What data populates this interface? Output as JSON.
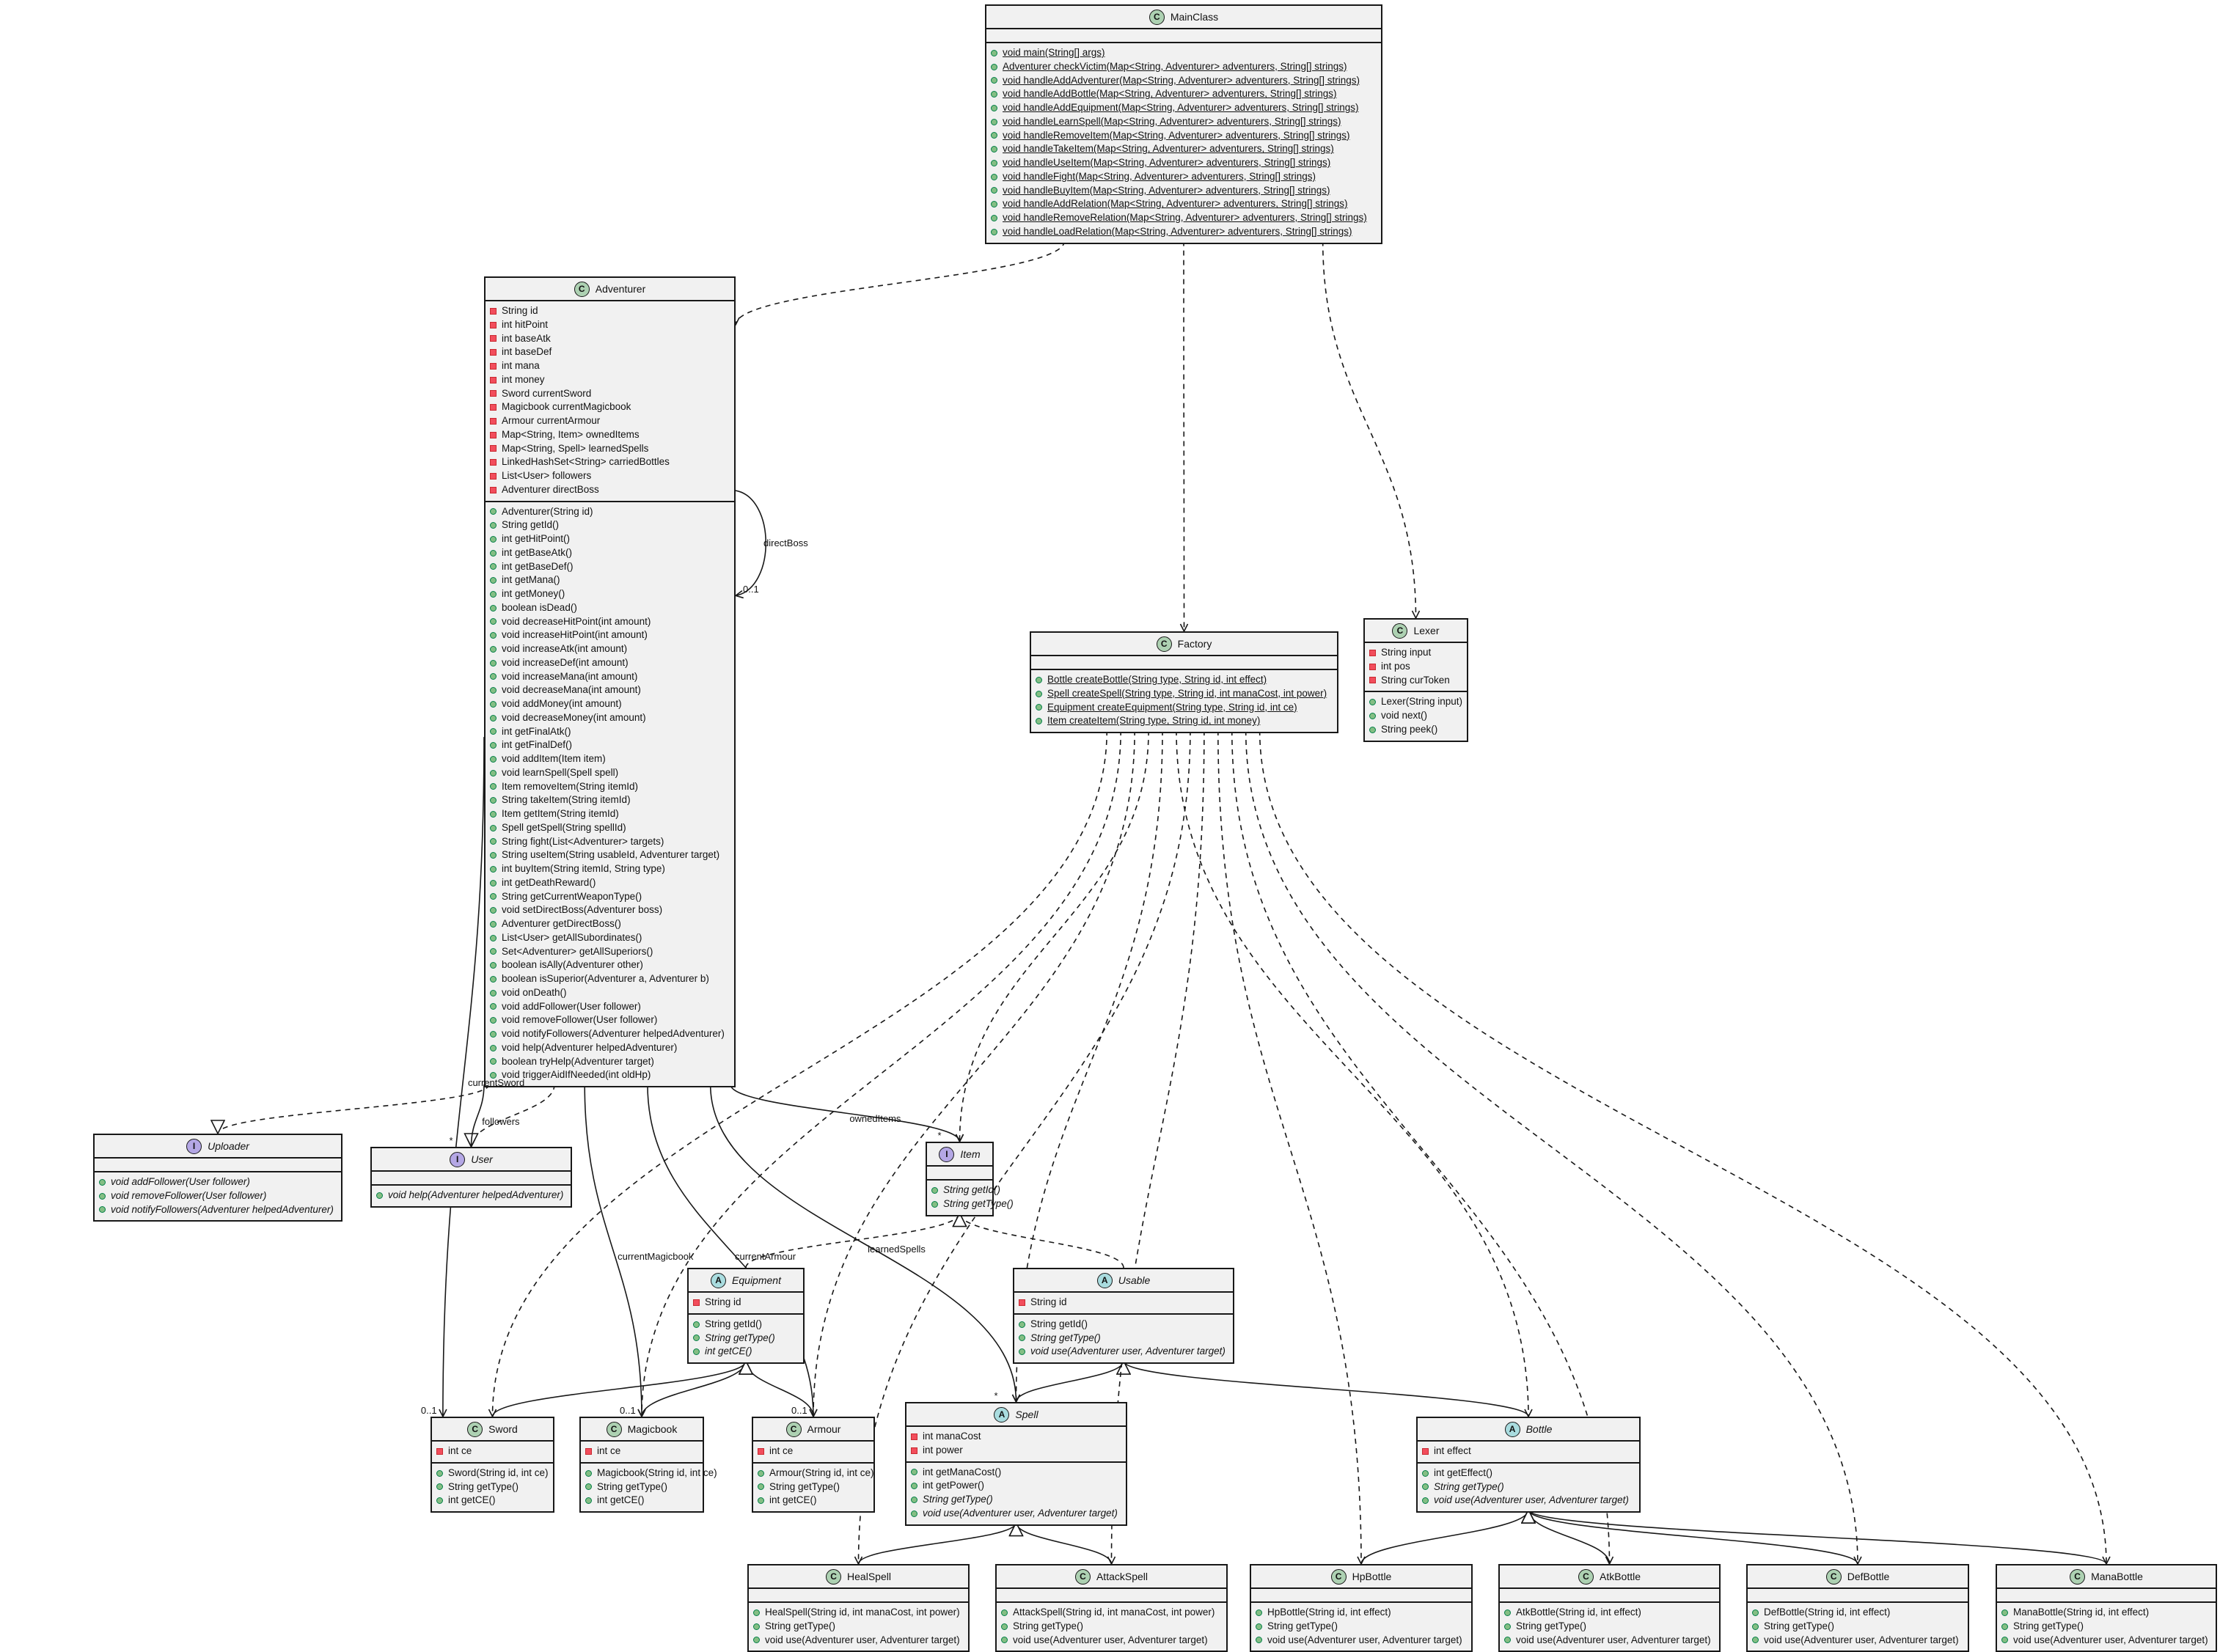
{
  "classes": [
    {
      "id": "MainClass",
      "kind": "class",
      "name": "MainClass",
      "fields": [],
      "methods": [
        {
          "v": "+",
          "t": "void main(String[] args)",
          "s": true
        },
        {
          "v": "+",
          "t": "Adventurer checkVictim(Map<String, Adventurer> adventurers, String[] strings)",
          "s": true
        },
        {
          "v": "+",
          "t": "void handleAddAdventurer(Map<String, Adventurer> adventurers, String[] strings)",
          "s": true
        },
        {
          "v": "+",
          "t": "void handleAddBottle(Map<String, Adventurer> adventurers, String[] strings)",
          "s": true
        },
        {
          "v": "+",
          "t": "void handleAddEquipment(Map<String, Adventurer> adventurers, String[] strings)",
          "s": true
        },
        {
          "v": "+",
          "t": "void handleLearnSpell(Map<String, Adventurer> adventurers, String[] strings)",
          "s": true
        },
        {
          "v": "+",
          "t": "void handleRemoveItem(Map<String, Adventurer> adventurers, String[] strings)",
          "s": true
        },
        {
          "v": "+",
          "t": "void handleTakeItem(Map<String, Adventurer> adventurers, String[] strings)",
          "s": true
        },
        {
          "v": "+",
          "t": "void handleUseItem(Map<String, Adventurer> adventurers, String[] strings)",
          "s": true
        },
        {
          "v": "+",
          "t": "void handleFight(Map<String, Adventurer> adventurers, String[] strings)",
          "s": true
        },
        {
          "v": "+",
          "t": "void handleBuyItem(Map<String, Adventurer> adventurers, String[] strings)",
          "s": true
        },
        {
          "v": "+",
          "t": "void handleAddRelation(Map<String, Adventurer> adventurers, String[] strings)",
          "s": true
        },
        {
          "v": "+",
          "t": "void handleRemoveRelation(Map<String, Adventurer> adventurers, String[] strings)",
          "s": true
        },
        {
          "v": "+",
          "t": "void handleLoadRelation(Map<String, Adventurer> adventurers, String[] strings)",
          "s": true
        }
      ]
    },
    {
      "id": "Adventurer",
      "kind": "class",
      "name": "Adventurer",
      "fields": [
        {
          "v": "-",
          "t": "String id"
        },
        {
          "v": "-",
          "t": "int hitPoint"
        },
        {
          "v": "-",
          "t": "int baseAtk"
        },
        {
          "v": "-",
          "t": "int baseDef"
        },
        {
          "v": "-",
          "t": "int mana"
        },
        {
          "v": "-",
          "t": "int money"
        },
        {
          "v": "-",
          "t": "Sword currentSword"
        },
        {
          "v": "-",
          "t": "Magicbook currentMagicbook"
        },
        {
          "v": "-",
          "t": "Armour currentArmour"
        },
        {
          "v": "-",
          "t": "Map<String, Item> ownedItems"
        },
        {
          "v": "-",
          "t": "Map<String, Spell> learnedSpells"
        },
        {
          "v": "-",
          "t": "LinkedHashSet<String> carriedBottles"
        },
        {
          "v": "-",
          "t": "List<User> followers"
        },
        {
          "v": "-",
          "t": "Adventurer directBoss"
        }
      ],
      "methods": [
        {
          "v": "+",
          "t": "Adventurer(String id)"
        },
        {
          "v": "+",
          "t": "String getId()"
        },
        {
          "v": "+",
          "t": "int getHitPoint()"
        },
        {
          "v": "+",
          "t": "int getBaseAtk()"
        },
        {
          "v": "+",
          "t": "int getBaseDef()"
        },
        {
          "v": "+",
          "t": "int getMana()"
        },
        {
          "v": "+",
          "t": "int getMoney()"
        },
        {
          "v": "+",
          "t": "boolean isDead()"
        },
        {
          "v": "+",
          "t": "void decreaseHitPoint(int amount)"
        },
        {
          "v": "+",
          "t": "void increaseHitPoint(int amount)"
        },
        {
          "v": "+",
          "t": "void increaseAtk(int amount)"
        },
        {
          "v": "+",
          "t": "void increaseDef(int amount)"
        },
        {
          "v": "+",
          "t": "void increaseMana(int amount)"
        },
        {
          "v": "+",
          "t": "void decreaseMana(int amount)"
        },
        {
          "v": "+",
          "t": "void addMoney(int amount)"
        },
        {
          "v": "+",
          "t": "void decreaseMoney(int amount)"
        },
        {
          "v": "+",
          "t": "int getFinalAtk()"
        },
        {
          "v": "+",
          "t": "int getFinalDef()"
        },
        {
          "v": "+",
          "t": "void addItem(Item item)"
        },
        {
          "v": "+",
          "t": "void learnSpell(Spell spell)"
        },
        {
          "v": "+",
          "t": "Item removeItem(String itemId)"
        },
        {
          "v": "+",
          "t": "String takeItem(String itemId)"
        },
        {
          "v": "+",
          "t": "Item getItem(String itemId)"
        },
        {
          "v": "+",
          "t": "Spell getSpell(String spellId)"
        },
        {
          "v": "+",
          "t": "String fight(List<Adventurer> targets)"
        },
        {
          "v": "+",
          "t": "String useItem(String usableId, Adventurer target)"
        },
        {
          "v": "+",
          "t": "int buyItem(String itemId, String type)"
        },
        {
          "v": "+",
          "t": "int getDeathReward()"
        },
        {
          "v": "+",
          "t": "String getCurrentWeaponType()"
        },
        {
          "v": "+",
          "t": "void setDirectBoss(Adventurer boss)"
        },
        {
          "v": "+",
          "t": "Adventurer getDirectBoss()"
        },
        {
          "v": "+",
          "t": "List<User> getAllSubordinates()"
        },
        {
          "v": "+",
          "t": "Set<Adventurer> getAllSuperiors()"
        },
        {
          "v": "+",
          "t": "boolean isAlly(Adventurer other)"
        },
        {
          "v": "+",
          "t": "boolean isSuperior(Adventurer a, Adventurer b)"
        },
        {
          "v": "+",
          "t": "void onDeath()"
        },
        {
          "v": "+",
          "t": "void addFollower(User follower)"
        },
        {
          "v": "+",
          "t": "void removeFollower(User follower)"
        },
        {
          "v": "+",
          "t": "void notifyFollowers(Adventurer helpedAdventurer)"
        },
        {
          "v": "+",
          "t": "void help(Adventurer helpedAdventurer)"
        },
        {
          "v": "+",
          "t": "boolean tryHelp(Adventurer target)"
        },
        {
          "v": "+",
          "t": "void triggerAidIfNeeded(int oldHp)"
        }
      ]
    },
    {
      "id": "Factory",
      "kind": "class",
      "name": "Factory",
      "fields": [],
      "methods": [
        {
          "v": "+",
          "t": "Bottle createBottle(String type, String id, int effect)",
          "s": true
        },
        {
          "v": "+",
          "t": "Spell createSpell(String type, String id, int manaCost, int power)",
          "s": true
        },
        {
          "v": "+",
          "t": "Equipment createEquipment(String type, String id, int ce)",
          "s": true
        },
        {
          "v": "+",
          "t": "Item createItem(String type, String id, int money)",
          "s": true
        }
      ]
    },
    {
      "id": "Lexer",
      "kind": "class",
      "name": "Lexer",
      "fields": [
        {
          "v": "-",
          "t": "String input"
        },
        {
          "v": "-",
          "t": "int pos"
        },
        {
          "v": "-",
          "t": "String curToken"
        }
      ],
      "methods": [
        {
          "v": "+",
          "t": "Lexer(String input)"
        },
        {
          "v": "+",
          "t": "void next()"
        },
        {
          "v": "+",
          "t": "String peek()"
        }
      ]
    },
    {
      "id": "Uploader",
      "kind": "interface",
      "name": "Uploader",
      "fields": [],
      "methods": [
        {
          "v": "+",
          "t": "void addFollower(User follower)",
          "a": true
        },
        {
          "v": "+",
          "t": "void removeFollower(User follower)",
          "a": true
        },
        {
          "v": "+",
          "t": "void notifyFollowers(Adventurer helpedAdventurer)",
          "a": true
        }
      ]
    },
    {
      "id": "User",
      "kind": "interface",
      "name": "User",
      "fields": [],
      "methods": [
        {
          "v": "+",
          "t": "void help(Adventurer helpedAdventurer)",
          "a": true
        }
      ]
    },
    {
      "id": "Item",
      "kind": "interface",
      "name": "Item",
      "fields": [],
      "methods": [
        {
          "v": "+",
          "t": "String getId()",
          "a": true
        },
        {
          "v": "+",
          "t": "String getType()",
          "a": true
        }
      ]
    },
    {
      "id": "Equipment",
      "kind": "abstract",
      "name": "Equipment",
      "fields": [
        {
          "v": "-",
          "t": "String id"
        }
      ],
      "methods": [
        {
          "v": "+",
          "t": "String getId()"
        },
        {
          "v": "+",
          "t": "String getType()",
          "a": true
        },
        {
          "v": "+",
          "t": "int getCE()",
          "a": true
        }
      ]
    },
    {
      "id": "Usable",
      "kind": "abstract",
      "name": "Usable",
      "fields": [
        {
          "v": "-",
          "t": "String id"
        }
      ],
      "methods": [
        {
          "v": "+",
          "t": "String getId()"
        },
        {
          "v": "+",
          "t": "String getType()",
          "a": true
        },
        {
          "v": "+",
          "t": "void use(Adventurer user, Adventurer target)",
          "a": true
        }
      ]
    },
    {
      "id": "Sword",
      "kind": "class",
      "name": "Sword",
      "fields": [
        {
          "v": "-",
          "t": "int ce"
        }
      ],
      "methods": [
        {
          "v": "+",
          "t": "Sword(String id, int ce)"
        },
        {
          "v": "+",
          "t": "String getType()"
        },
        {
          "v": "+",
          "t": "int getCE()"
        }
      ]
    },
    {
      "id": "Magicbook",
      "kind": "class",
      "name": "Magicbook",
      "fields": [
        {
          "v": "-",
          "t": "int ce"
        }
      ],
      "methods": [
        {
          "v": "+",
          "t": "Magicbook(String id, int ce)"
        },
        {
          "v": "+",
          "t": "String getType()"
        },
        {
          "v": "+",
          "t": "int getCE()"
        }
      ]
    },
    {
      "id": "Armour",
      "kind": "class",
      "name": "Armour",
      "fields": [
        {
          "v": "-",
          "t": "int ce"
        }
      ],
      "methods": [
        {
          "v": "+",
          "t": "Armour(String id, int ce)"
        },
        {
          "v": "+",
          "t": "String getType()"
        },
        {
          "v": "+",
          "t": "int getCE()"
        }
      ]
    },
    {
      "id": "Spell",
      "kind": "abstract",
      "name": "Spell",
      "fields": [
        {
          "v": "-",
          "t": "int manaCost"
        },
        {
          "v": "-",
          "t": "int power"
        }
      ],
      "methods": [
        {
          "v": "+",
          "t": "int getManaCost()"
        },
        {
          "v": "+",
          "t": "int getPower()"
        },
        {
          "v": "+",
          "t": "String getType()",
          "a": true
        },
        {
          "v": "+",
          "t": "void use(Adventurer user, Adventurer target)",
          "a": true
        }
      ]
    },
    {
      "id": "Bottle",
      "kind": "abstract",
      "name": "Bottle",
      "fields": [
        {
          "v": "-",
          "t": "int effect"
        }
      ],
      "methods": [
        {
          "v": "+",
          "t": "int getEffect()"
        },
        {
          "v": "+",
          "t": "String getType()",
          "a": true
        },
        {
          "v": "+",
          "t": "void use(Adventurer user, Adventurer target)",
          "a": true
        }
      ]
    },
    {
      "id": "HealSpell",
      "kind": "class",
      "name": "HealSpell",
      "fields": [],
      "methods": [
        {
          "v": "+",
          "t": "HealSpell(String id, int manaCost, int power)"
        },
        {
          "v": "+",
          "t": "String getType()"
        },
        {
          "v": "+",
          "t": "void use(Adventurer user, Adventurer target)"
        }
      ]
    },
    {
      "id": "AttackSpell",
      "kind": "class",
      "name": "AttackSpell",
      "fields": [],
      "methods": [
        {
          "v": "+",
          "t": "AttackSpell(String id, int manaCost, int power)"
        },
        {
          "v": "+",
          "t": "String getType()"
        },
        {
          "v": "+",
          "t": "void use(Adventurer user, Adventurer target)"
        }
      ]
    },
    {
      "id": "HpBottle",
      "kind": "class",
      "name": "HpBottle",
      "fields": [],
      "methods": [
        {
          "v": "+",
          "t": "HpBottle(String id, int effect)"
        },
        {
          "v": "+",
          "t": "String getType()"
        },
        {
          "v": "+",
          "t": "void use(Adventurer user, Adventurer target)"
        }
      ]
    },
    {
      "id": "AtkBottle",
      "kind": "class",
      "name": "AtkBottle",
      "fields": [],
      "methods": [
        {
          "v": "+",
          "t": "AtkBottle(String id, int effect)"
        },
        {
          "v": "+",
          "t": "String getType()"
        },
        {
          "v": "+",
          "t": "void use(Adventurer user, Adventurer target)"
        }
      ]
    },
    {
      "id": "DefBottle",
      "kind": "class",
      "name": "DefBottle",
      "fields": [],
      "methods": [
        {
          "v": "+",
          "t": "DefBottle(String id, int effect)"
        },
        {
          "v": "+",
          "t": "String getType()"
        },
        {
          "v": "+",
          "t": "void use(Adventurer user, Adventurer target)"
        }
      ]
    },
    {
      "id": "ManaBottle",
      "kind": "class",
      "name": "ManaBottle",
      "fields": [],
      "methods": [
        {
          "v": "+",
          "t": "ManaBottle(String id, int effect)"
        },
        {
          "v": "+",
          "t": "String getType()"
        },
        {
          "v": "+",
          "t": "void use(Adventurer user, Adventurer target)"
        }
      ]
    }
  ],
  "relations": [
    {
      "from": "MainClass",
      "to": "Adventurer",
      "type": "dependency"
    },
    {
      "from": "MainClass",
      "to": "Factory",
      "type": "dependency"
    },
    {
      "from": "MainClass",
      "to": "Lexer",
      "type": "dependency"
    },
    {
      "from": "Adventurer",
      "to": "Adventurer",
      "type": "association",
      "label": "directBoss",
      "multiplicity": "0..1"
    },
    {
      "from": "Adventurer",
      "to": "Uploader",
      "type": "realization"
    },
    {
      "from": "Adventurer",
      "to": "User",
      "type": "realization"
    },
    {
      "from": "Adventurer",
      "to": "User",
      "type": "association",
      "label": "followers",
      "multiplicity": "*"
    },
    {
      "from": "Adventurer",
      "to": "Sword",
      "type": "association",
      "label": "currentSword",
      "multiplicity": "0..1"
    },
    {
      "from": "Adventurer",
      "to": "Magicbook",
      "type": "association",
      "label": "currentMagicbook",
      "multiplicity": "0..1"
    },
    {
      "from": "Adventurer",
      "to": "Armour",
      "type": "association",
      "label": "currentArmour",
      "multiplicity": "0..1"
    },
    {
      "from": "Adventurer",
      "to": "Item",
      "type": "association",
      "label": "ownedItems",
      "multiplicity": "*"
    },
    {
      "from": "Adventurer",
      "to": "Spell",
      "type": "association",
      "label": "learnedSpells",
      "multiplicity": "*"
    },
    {
      "from": "Equipment",
      "to": "Item",
      "type": "realization"
    },
    {
      "from": "Usable",
      "to": "Item",
      "type": "realization"
    },
    {
      "from": "Sword",
      "to": "Equipment",
      "type": "inheritance"
    },
    {
      "from": "Magicbook",
      "to": "Equipment",
      "type": "inheritance"
    },
    {
      "from": "Armour",
      "to": "Equipment",
      "type": "inheritance"
    },
    {
      "from": "Spell",
      "to": "Usable",
      "type": "inheritance"
    },
    {
      "from": "Bottle",
      "to": "Usable",
      "type": "inheritance"
    },
    {
      "from": "HealSpell",
      "to": "Spell",
      "type": "inheritance"
    },
    {
      "from": "AttackSpell",
      "to": "Spell",
      "type": "inheritance"
    },
    {
      "from": "HpBottle",
      "to": "Bottle",
      "type": "inheritance"
    },
    {
      "from": "AtkBottle",
      "to": "Bottle",
      "type": "inheritance"
    },
    {
      "from": "DefBottle",
      "to": "Bottle",
      "type": "inheritance"
    },
    {
      "from": "ManaBottle",
      "to": "Bottle",
      "type": "inheritance"
    },
    {
      "from": "Factory",
      "to": "Sword",
      "type": "dependency"
    },
    {
      "from": "Factory",
      "to": "Magicbook",
      "type": "dependency"
    },
    {
      "from": "Factory",
      "to": "Armour",
      "type": "dependency"
    },
    {
      "from": "Factory",
      "to": "Item",
      "type": "dependency"
    },
    {
      "from": "Factory",
      "to": "Spell",
      "type": "dependency"
    },
    {
      "from": "Factory",
      "to": "Bottle",
      "type": "dependency"
    },
    {
      "from": "Factory",
      "to": "HealSpell",
      "type": "dependency"
    },
    {
      "from": "Factory",
      "to": "AttackSpell",
      "type": "dependency"
    },
    {
      "from": "Factory",
      "to": "HpBottle",
      "type": "dependency"
    },
    {
      "from": "Factory",
      "to": "AtkBottle",
      "type": "dependency"
    },
    {
      "from": "Factory",
      "to": "DefBottle",
      "type": "dependency"
    },
    {
      "from": "Factory",
      "to": "ManaBottle",
      "type": "dependency"
    }
  ]
}
